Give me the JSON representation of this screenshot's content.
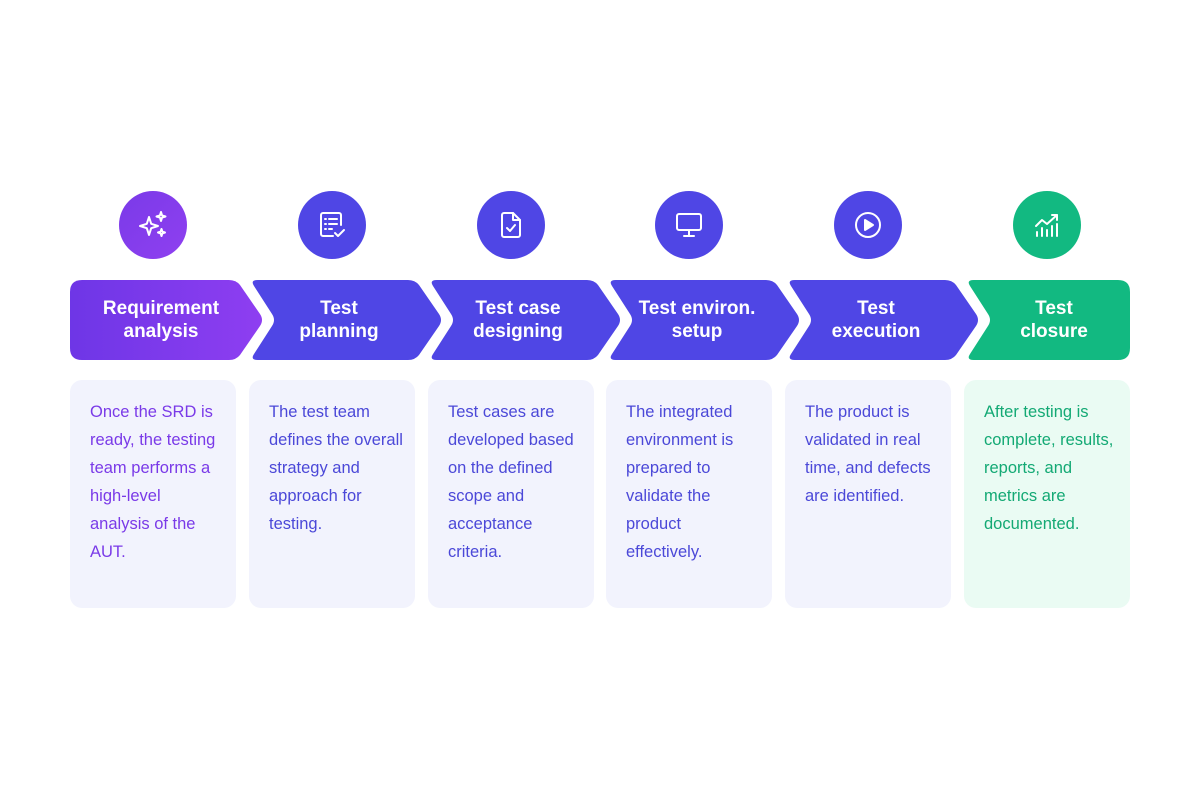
{
  "steps": [
    {
      "title_line1": "Requirement",
      "title_line2": "analysis",
      "description": "Once the SRD is ready, the testing team performs a high-level analysis of the AUT.",
      "icon": "sparkles-icon"
    },
    {
      "title_line1": "Test",
      "title_line2": "planning",
      "description": "The test team defines the overall strategy and approach for testing.",
      "icon": "checklist-icon"
    },
    {
      "title_line1": "Test case",
      "title_line2": "designing",
      "description": "Test cases are developed based on the defined scope and acceptance criteria.",
      "icon": "document-check-icon"
    },
    {
      "title_line1": "Test environ.",
      "title_line2": "setup",
      "description": "The integrated environment is prepared to validate the product effectively.",
      "icon": "monitor-icon"
    },
    {
      "title_line1": "Test",
      "title_line2": "execution",
      "description": "The product is validated in real time, and defects are identified.",
      "icon": "play-circle-icon"
    },
    {
      "title_line1": "Test",
      "title_line2": "closure",
      "description": "After testing is complete, results, reports, and metrics are documented.",
      "icon": "chart-trending-icon"
    }
  ],
  "colors": {
    "purple_start": "#6f35e6",
    "purple_end": "#8c3df0",
    "indigo": "#4f46e5",
    "green": "#12b981",
    "purple_text": "#7a3ae8",
    "indigo_text": "#4b48d8",
    "green_text": "#13a974",
    "card_bg": "#f2f3fd",
    "card_bg_green": "#eafbf3"
  }
}
